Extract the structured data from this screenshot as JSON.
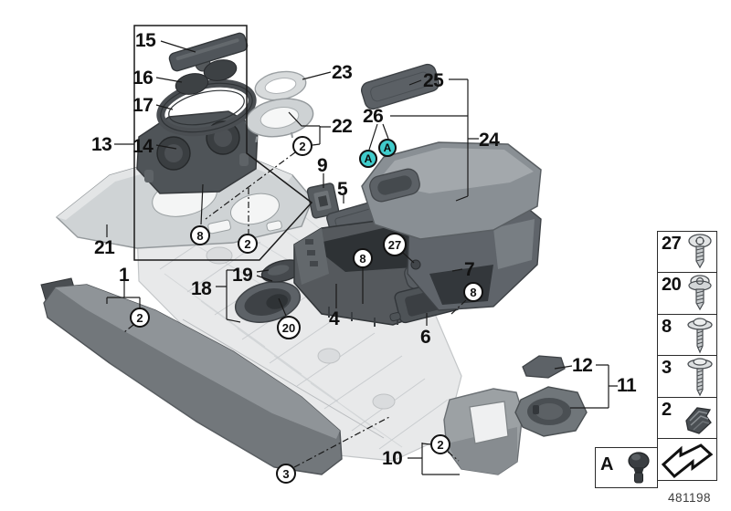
{
  "doc_number": "481198",
  "colors": {
    "badge_teal": "#40CBCB",
    "line_black": "#1a1a1a"
  },
  "callouts": {
    "plain": [
      {
        "label": "15"
      },
      {
        "label": "16"
      },
      {
        "label": "17"
      },
      {
        "label": "13"
      },
      {
        "label": "14"
      },
      {
        "label": "21"
      },
      {
        "label": "23"
      },
      {
        "label": "22"
      },
      {
        "label": "26"
      },
      {
        "label": "25"
      },
      {
        "label": "24"
      },
      {
        "label": "9"
      },
      {
        "label": "5"
      },
      {
        "label": "7"
      },
      {
        "label": "4"
      },
      {
        "label": "6"
      },
      {
        "label": "19"
      },
      {
        "label": "18"
      },
      {
        "label": "1"
      },
      {
        "label": "12"
      },
      {
        "label": "11"
      },
      {
        "label": "10"
      }
    ],
    "circled": [
      {
        "label": "2"
      },
      {
        "label": "8"
      },
      {
        "label": "2"
      },
      {
        "label": "8"
      },
      {
        "label": "27"
      },
      {
        "label": "8"
      },
      {
        "label": "20"
      },
      {
        "label": "2"
      },
      {
        "label": "3"
      },
      {
        "label": "2"
      }
    ],
    "badges": [
      {
        "label": "A"
      },
      {
        "label": "A"
      }
    ]
  },
  "legend": {
    "rows": [
      {
        "label": "27",
        "icon": "torx-pan-screw"
      },
      {
        "label": "20",
        "icon": "flange-screw"
      },
      {
        "label": "8",
        "icon": "washer-screw"
      },
      {
        "label": "3",
        "icon": "washer-screw-long"
      },
      {
        "label": "2",
        "icon": "spring-clip"
      },
      {
        "label": "",
        "icon": "continuation-arrow"
      }
    ],
    "buffer": {
      "label": "A",
      "icon": "rubber-buffer"
    }
  }
}
